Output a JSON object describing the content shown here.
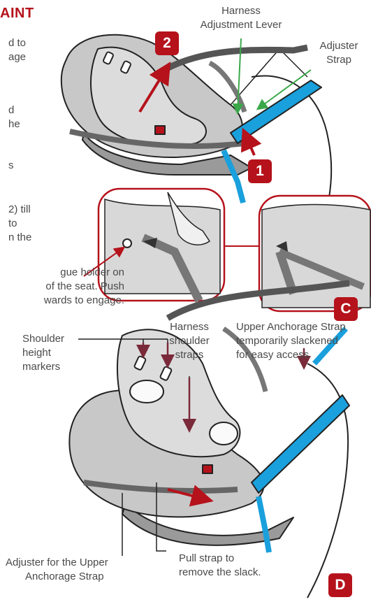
{
  "heading": "AINT",
  "left_text": {
    "l1": "d to",
    "l2": "age",
    "l3": "d",
    "l4": "he",
    "l5": "s",
    "l6": "2) till",
    "l7": "to",
    "l8": "n the"
  },
  "callout_tongue": {
    "line1": "gue holder on",
    "line2": "of the seat. Push",
    "line3": "wards to engage."
  },
  "labels_top": {
    "harness_lever_line1": "Harness",
    "harness_lever_line2": "Adjustment Lever",
    "adjuster_strap_line1": "Adjuster",
    "adjuster_strap_line2": "Strap"
  },
  "labels_bottom": {
    "shoulder_markers_line1": "Shoulder",
    "shoulder_markers_line2": "height",
    "shoulder_markers_line3": "markers",
    "harness_straps_line1": "Harness",
    "harness_straps_line2": "shoulder",
    "harness_straps_line3": "straps",
    "upper_strap_line1": "Upper Anchorage Strap",
    "upper_strap_line2": "temporarily slackened",
    "upper_strap_line3": "for easy access",
    "adjuster_upper_line1": "Adjuster for the Upper",
    "adjuster_upper_line2": "Anchorage Strap",
    "pull_strap_line1": "Pull strap to",
    "pull_strap_line2": "remove the slack."
  },
  "badges": {
    "one": "1",
    "two": "2",
    "c": "C",
    "d": "D"
  },
  "colors": {
    "accent": "#b5121b",
    "strap_blue": "#1aa0dc",
    "green": "#3aa84a",
    "seat_grey": "#c8c8c8"
  }
}
